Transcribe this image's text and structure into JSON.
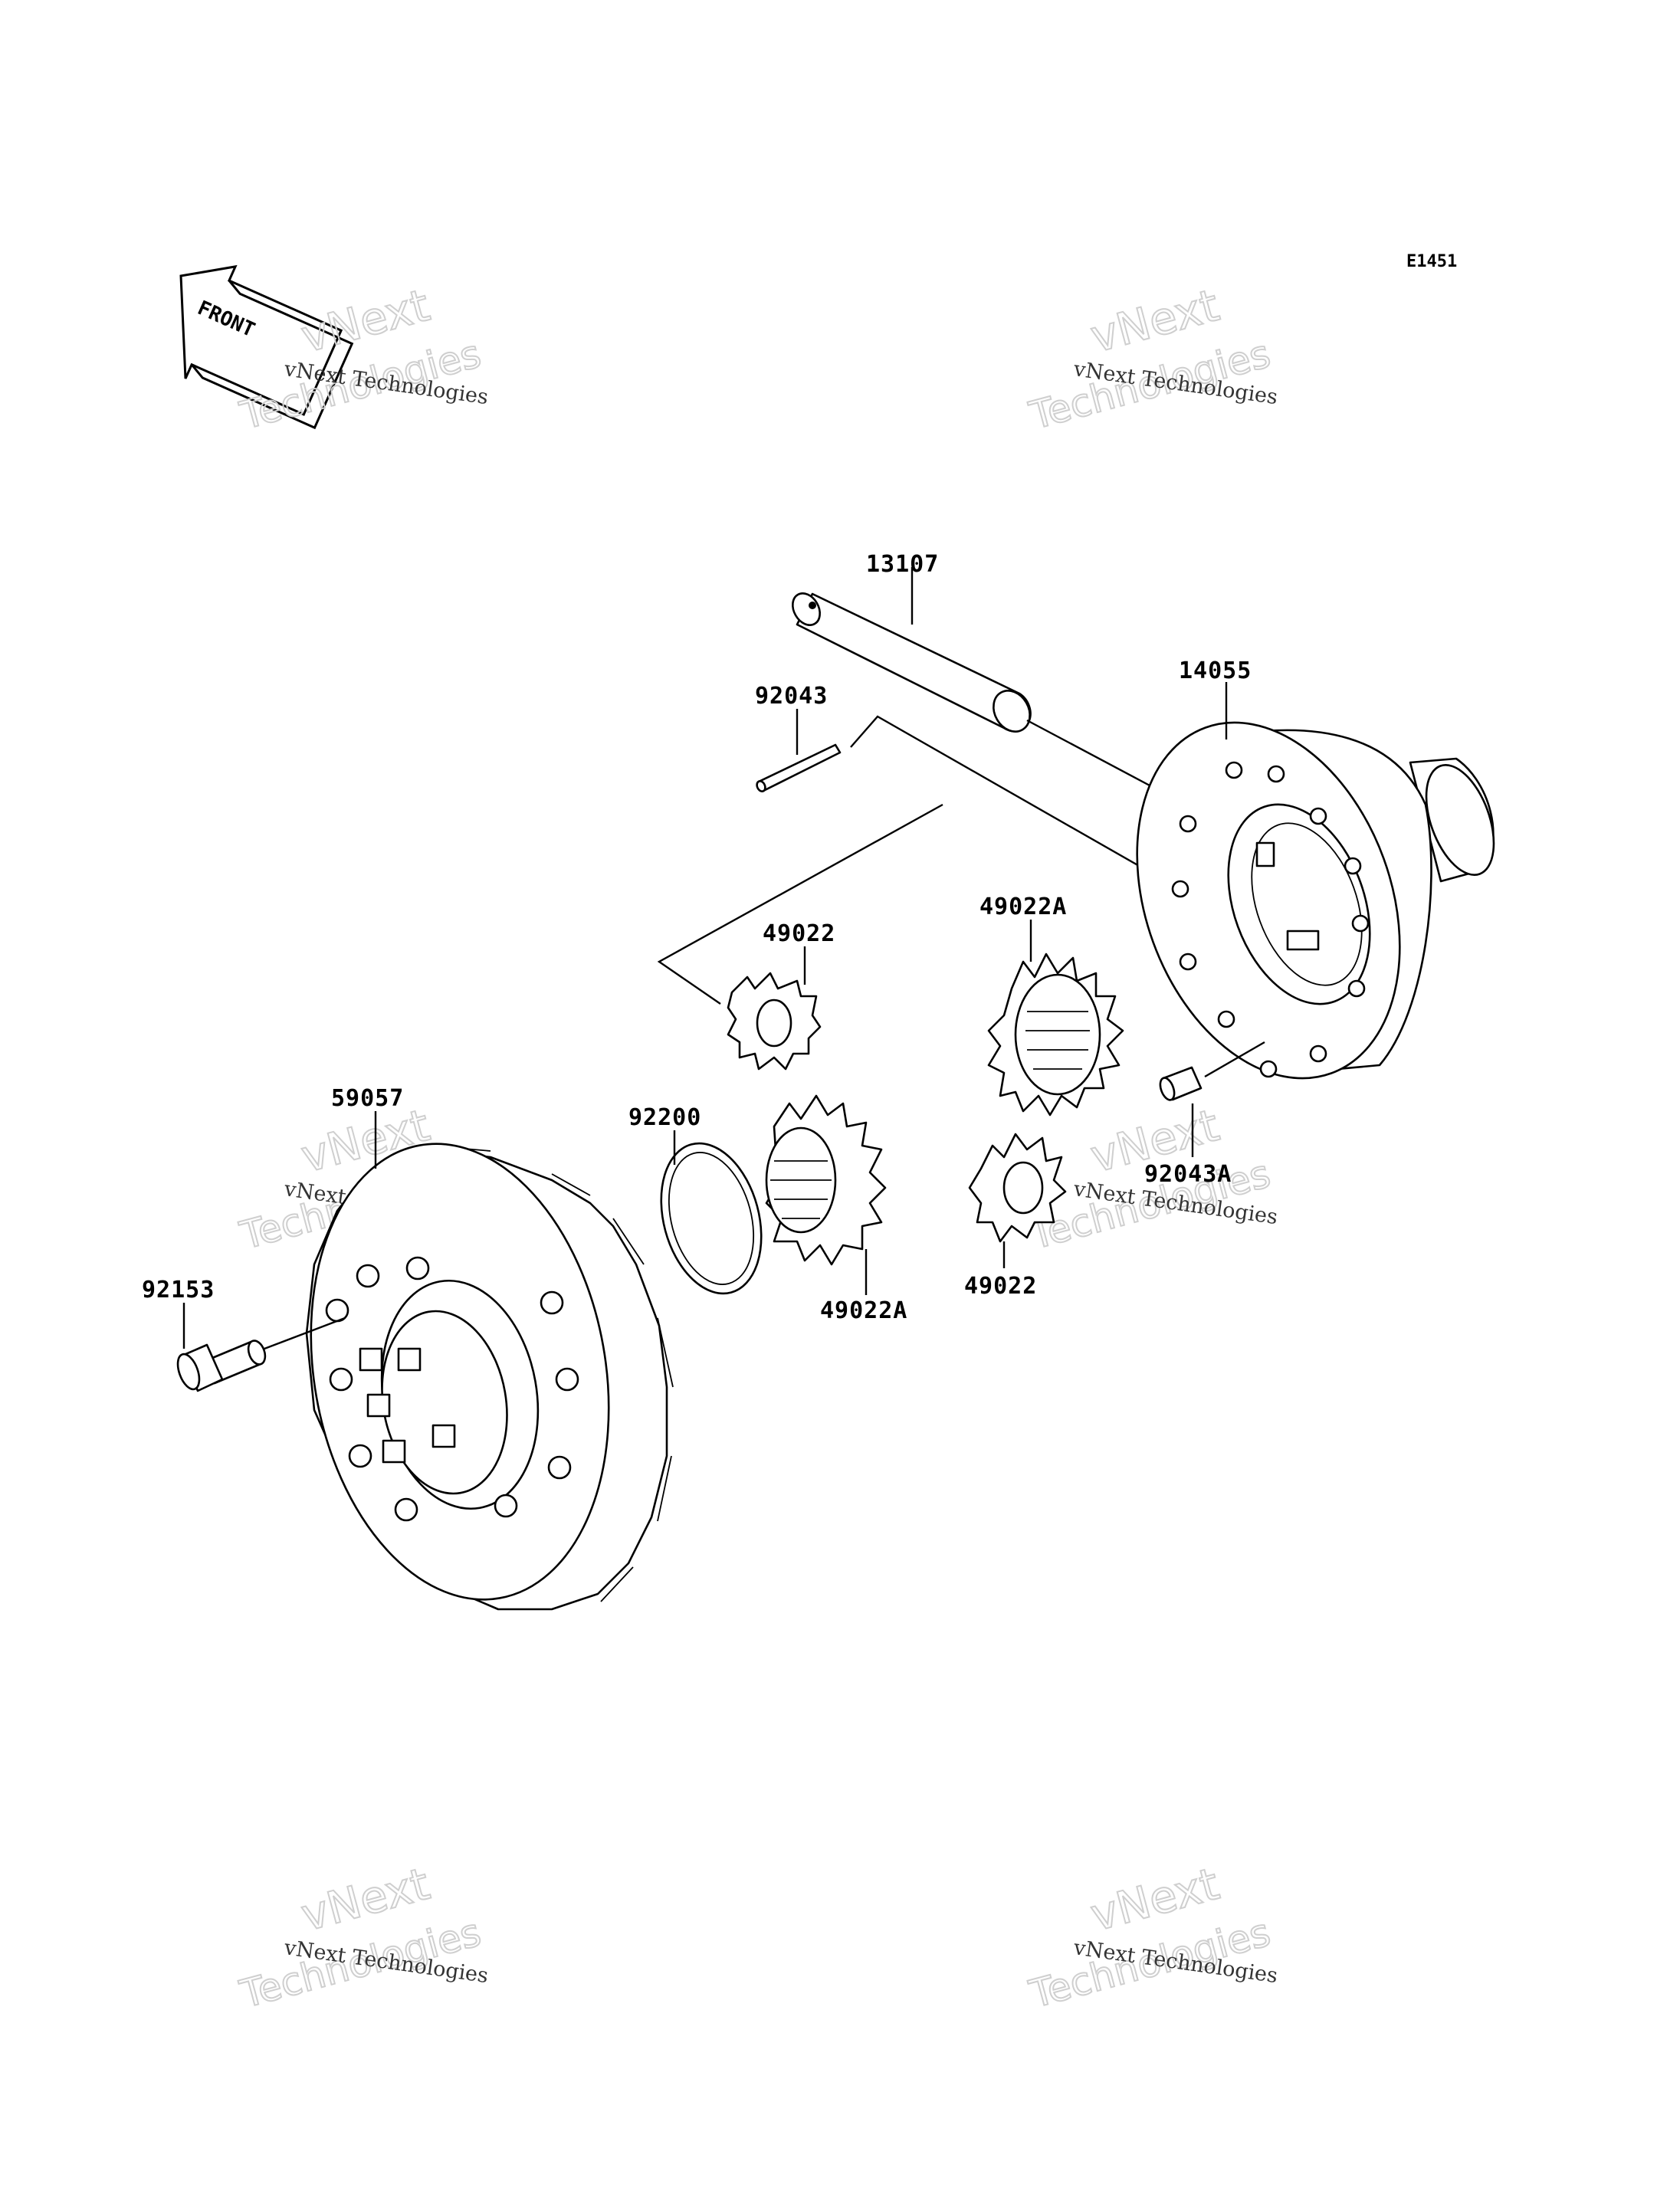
{
  "diagram_code": "E1451",
  "front_label": "FRONT",
  "watermark": {
    "company": "vNext Technologies",
    "word1": "vNext",
    "word2": "Technologies"
  },
  "parts": [
    {
      "number": "13107",
      "name": "shaft"
    },
    {
      "number": "14055",
      "name": "differential-case"
    },
    {
      "number": "92043",
      "name": "pin"
    },
    {
      "number": "49022",
      "name": "pinion-gear-upper"
    },
    {
      "number": "49022A",
      "name": "side-gear-right"
    },
    {
      "number": "59057",
      "name": "ring-gear"
    },
    {
      "number": "92200",
      "name": "washer"
    },
    {
      "number": "92043A",
      "name": "dowel-pin"
    },
    {
      "number": "92153",
      "name": "bolt"
    },
    {
      "number": "49022A",
      "name": "side-gear-left"
    },
    {
      "number": "49022",
      "name": "pinion-gear-lower"
    }
  ]
}
